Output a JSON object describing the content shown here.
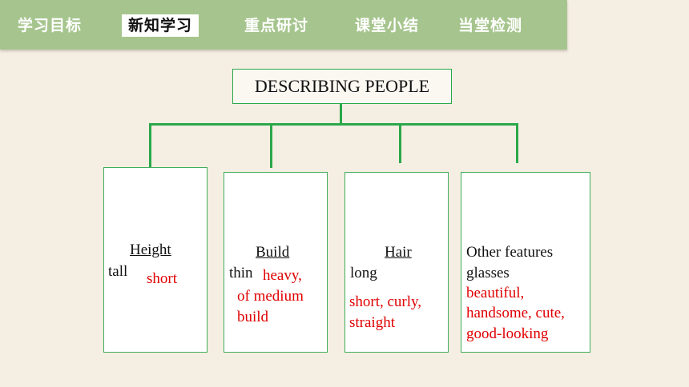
{
  "nav": {
    "tabs": [
      "学习目标",
      "新知学习",
      "重点研讨",
      "课堂小结",
      "当堂检测"
    ],
    "active": "新知学习"
  },
  "diagram": {
    "title": "DESCRIBING PEOPLE",
    "cards": {
      "height": {
        "heading": "Height",
        "item": "tall",
        "answer": "short"
      },
      "build": {
        "heading": "Build",
        "item": "thin",
        "answer_line1": "heavy,",
        "answer_line2": "of medium",
        "answer_line3": "build"
      },
      "hair": {
        "heading": "Hair",
        "item": "long",
        "answer_line1": "short, curly,",
        "answer_line2": "straight"
      },
      "other": {
        "heading": "Other features",
        "item": "glasses",
        "answer_line1": "beautiful,",
        "answer_line2": "handsome, cute,",
        "answer_line3": "good-looking"
      }
    }
  },
  "colors": {
    "topbar": "#a6c58e",
    "background": "#f5eee2",
    "connector": "#2aa84a",
    "answer": "#e00000"
  }
}
